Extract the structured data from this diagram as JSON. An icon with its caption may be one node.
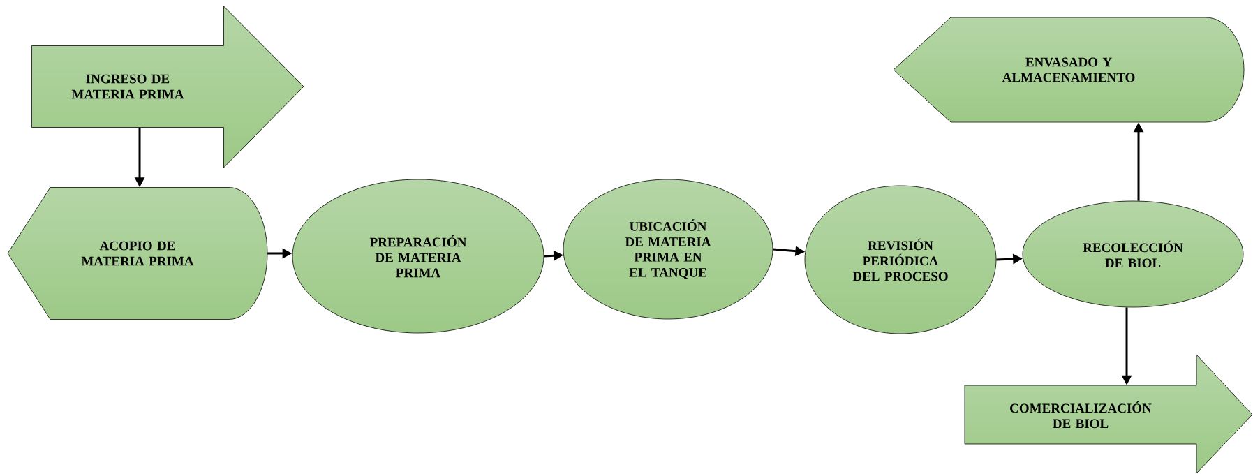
{
  "diagram": {
    "nodes": [
      {
        "text": [
          "INGRESO DE MATERIA PRIMA"
        ]
      },
      {
        "text": [
          "ACOPIO DE MATERIA PRIMA"
        ]
      },
      {
        "text": [
          "PREPARACIÓN DE MATERIA PRIMA"
        ]
      },
      {
        "text": [
          "UBICACIÓN DE MATERIA PRIMA EN EL TANQUE"
        ]
      },
      {
        "text": [
          "REVISIÓN PERIÓDICA DEL PROCESO"
        ]
      },
      {
        "text": [
          "RECOLECCIÓN DE BIOL"
        ]
      },
      {
        "text": [
          "ENVASADO Y ALMACENAMIENTO"
        ]
      },
      {
        "text": [
          "COMERCIALIZACIÓN DE BIOL"
        ]
      }
    ],
    "edges": [
      {
        "from": 0,
        "to": 1,
        "arrow": "to"
      },
      {
        "from": 1,
        "to": 2,
        "arrow": "to"
      },
      {
        "from": 2,
        "to": 3,
        "arrow": "to"
      },
      {
        "from": 3,
        "to": 4,
        "arrow": "to"
      },
      {
        "from": 4,
        "to": 5,
        "arrow": "to"
      },
      {
        "from": 5,
        "to": 6,
        "arrow": "to"
      },
      {
        "from": 5,
        "to": 7,
        "arrow": "to"
      }
    ]
  }
}
